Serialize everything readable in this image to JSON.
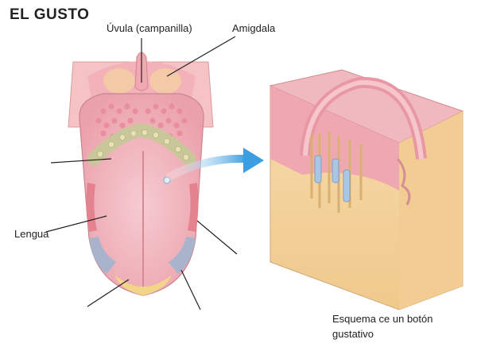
{
  "title": "EL GUSTO",
  "labels": {
    "uvula": "Úvula (campanilla)",
    "amigdala": "Amigdala",
    "lengua": "Lengua"
  },
  "caption": {
    "line1": "Esquema ce un botón",
    "line2": "gustativo"
  },
  "colors": {
    "tongue": "#eeaab2",
    "tongue_center": "#f2bcc3",
    "papillae_band": "#c9c79a",
    "bitter_zone": "#a9b4cc",
    "sweet_tip": "#f3d58a",
    "arrow": "#3a9ee0",
    "block_side": "#f4d3a0",
    "block_top": "#f0b9bf"
  }
}
